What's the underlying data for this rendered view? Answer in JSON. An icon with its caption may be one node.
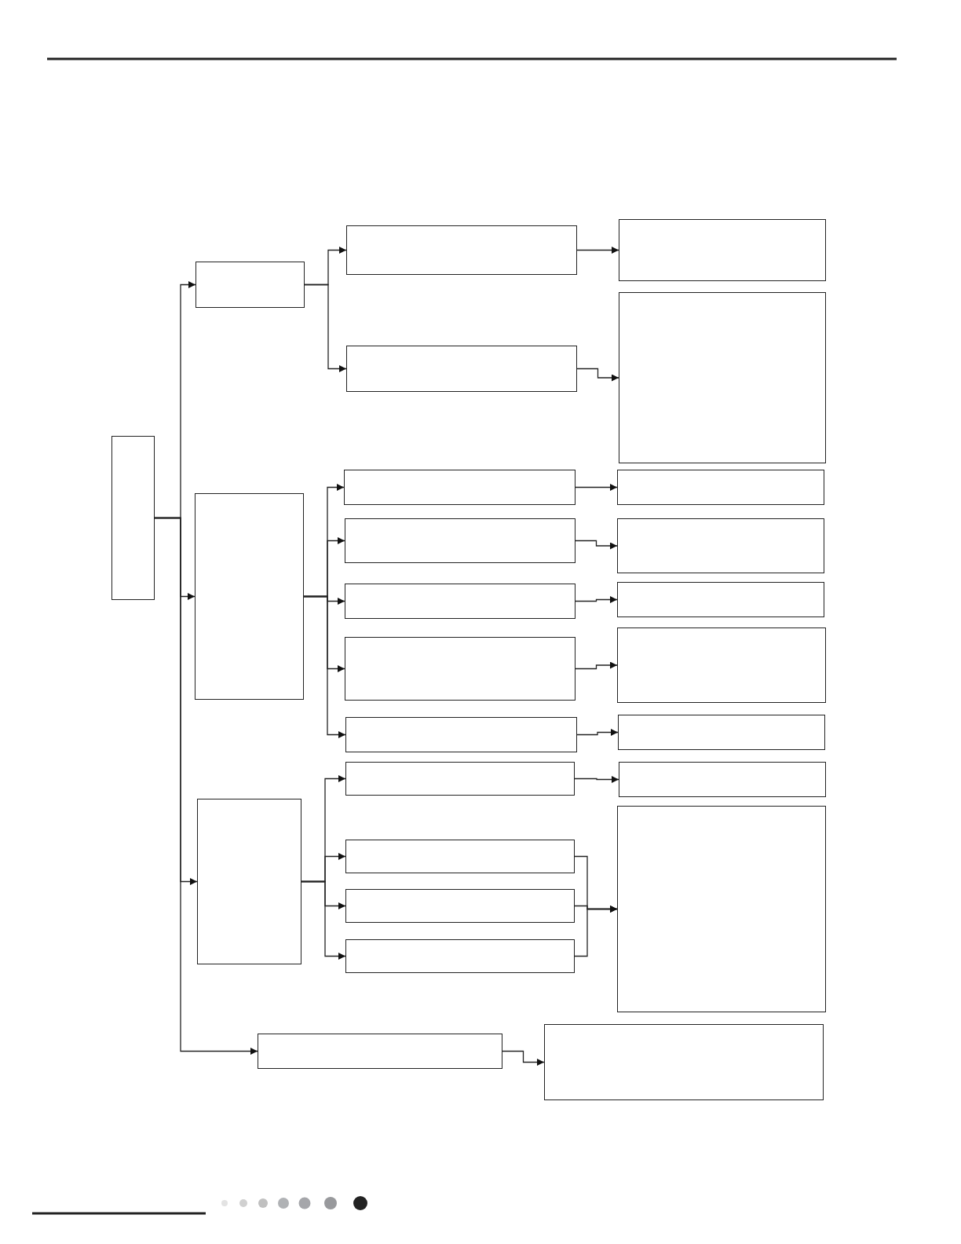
{
  "diagram": {
    "nodes": [
      {
        "text": [],
        "shape": "box"
      },
      {
        "text": [],
        "shape": "box"
      },
      {
        "text": [],
        "shape": "box"
      },
      {
        "text": [],
        "shape": "box"
      },
      {
        "text": [],
        "shape": "box"
      },
      {
        "text": [],
        "shape": "box"
      },
      {
        "text": [],
        "shape": "box"
      },
      {
        "text": [],
        "shape": "box"
      },
      {
        "text": [],
        "shape": "box"
      },
      {
        "text": [],
        "shape": "box"
      },
      {
        "text": [],
        "shape": "box"
      },
      {
        "text": [],
        "shape": "box"
      },
      {
        "text": [],
        "shape": "box"
      },
      {
        "text": [],
        "shape": "box"
      },
      {
        "text": [],
        "shape": "box"
      },
      {
        "text": [],
        "shape": "box"
      },
      {
        "text": [],
        "shape": "box"
      },
      {
        "text": [],
        "shape": "box"
      },
      {
        "text": [],
        "shape": "box"
      },
      {
        "text": [],
        "shape": "box"
      },
      {
        "text": [],
        "shape": "box"
      },
      {
        "text": [],
        "shape": "box"
      },
      {
        "text": [],
        "shape": "box"
      },
      {
        "text": [],
        "shape": "box"
      },
      {
        "text": [],
        "shape": "box"
      },
      {
        "text": [],
        "shape": "box"
      }
    ],
    "edges": [
      {
        "from": 0,
        "to": 1,
        "arrow": "to"
      },
      {
        "from": 0,
        "to": 2,
        "arrow": "to"
      },
      {
        "from": 0,
        "to": 3,
        "arrow": "to"
      },
      {
        "from": 0,
        "to": 4,
        "arrow": "to"
      },
      {
        "from": 1,
        "to": 5,
        "arrow": "to"
      },
      {
        "from": 1,
        "to": 6,
        "arrow": "to"
      },
      {
        "from": 5,
        "to": 7,
        "arrow": "to"
      },
      {
        "from": 6,
        "to": 8,
        "arrow": "to"
      },
      {
        "from": 2,
        "to": 9,
        "arrow": "to"
      },
      {
        "from": 2,
        "to": 10,
        "arrow": "to"
      },
      {
        "from": 2,
        "to": 11,
        "arrow": "to"
      },
      {
        "from": 2,
        "to": 12,
        "arrow": "to"
      },
      {
        "from": 2,
        "to": 13,
        "arrow": "to"
      },
      {
        "from": 9,
        "to": 14,
        "arrow": "to"
      },
      {
        "from": 10,
        "to": 15,
        "arrow": "to"
      },
      {
        "from": 11,
        "to": 16,
        "arrow": "to"
      },
      {
        "from": 12,
        "to": 17,
        "arrow": "to"
      },
      {
        "from": 13,
        "to": 18,
        "arrow": "to"
      },
      {
        "from": 3,
        "to": 19,
        "arrow": "to"
      },
      {
        "from": 3,
        "to": 20,
        "arrow": "to"
      },
      {
        "from": 3,
        "to": 21,
        "arrow": "to"
      },
      {
        "from": 3,
        "to": 22,
        "arrow": "to"
      },
      {
        "from": 19,
        "to": 23,
        "arrow": "to"
      },
      {
        "from": 20,
        "to": 24,
        "arrow": "to"
      },
      {
        "from": 21,
        "to": 24,
        "arrow": "to"
      },
      {
        "from": 22,
        "to": 24,
        "arrow": "to"
      },
      {
        "from": 4,
        "to": 25,
        "arrow": "to"
      }
    ]
  }
}
